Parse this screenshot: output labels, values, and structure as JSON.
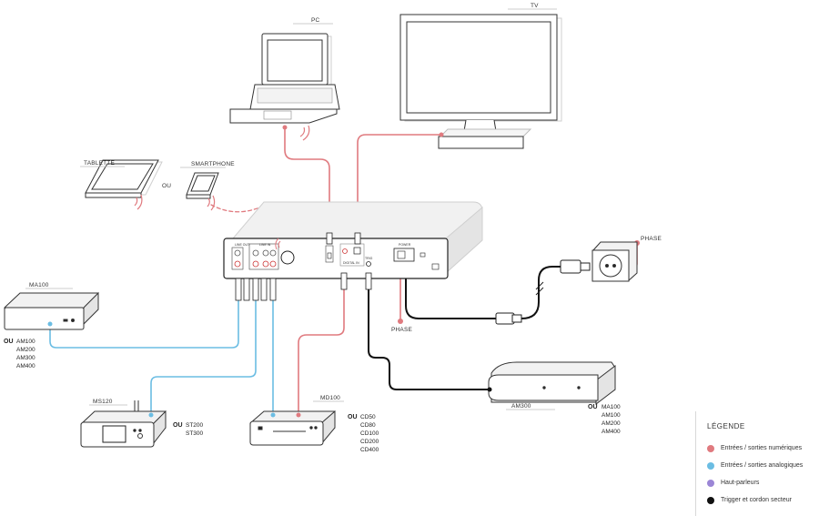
{
  "devices": {
    "pc": "PC",
    "tv": "TV",
    "tablet": "TABLETTE",
    "smartphone": "SMARTPHONE",
    "ma100": "MA100",
    "ms120": "MS120",
    "md100": "MD100",
    "am300": "AM300"
  },
  "or_word": "OU",
  "alternatives": {
    "ma100": [
      "AM100",
      "AM200",
      "AM300",
      "AM400"
    ],
    "ms120": [
      "ST200",
      "ST300"
    ],
    "md100": [
      "CD50",
      "CD80",
      "CD100",
      "CD200",
      "CD400"
    ],
    "am300": [
      "MA100",
      "AM100",
      "AM200",
      "AM400"
    ]
  },
  "phase_label": "PHASE",
  "panel": {
    "line_out": "LINE OUT",
    "line_in": "LINE IN",
    "power": "POWER",
    "trig": "TRIG",
    "digital": "DIGITAL IN"
  },
  "legend": {
    "title": "LÉGENDE",
    "items": [
      {
        "label": "Entrées / sorties numériques",
        "color": "#e07a7f"
      },
      {
        "label": "Entrées / sorties analogiques",
        "color": "#6bbde3"
      },
      {
        "label": "Haut-parleurs",
        "color": "#9b86d6"
      },
      {
        "label": "Trigger et cordon secteur",
        "color": "#111111"
      }
    ]
  },
  "colors": {
    "digital": "#e07a7f",
    "analog": "#6bbde3",
    "speaker": "#9b86d6",
    "trigger": "#111111"
  }
}
